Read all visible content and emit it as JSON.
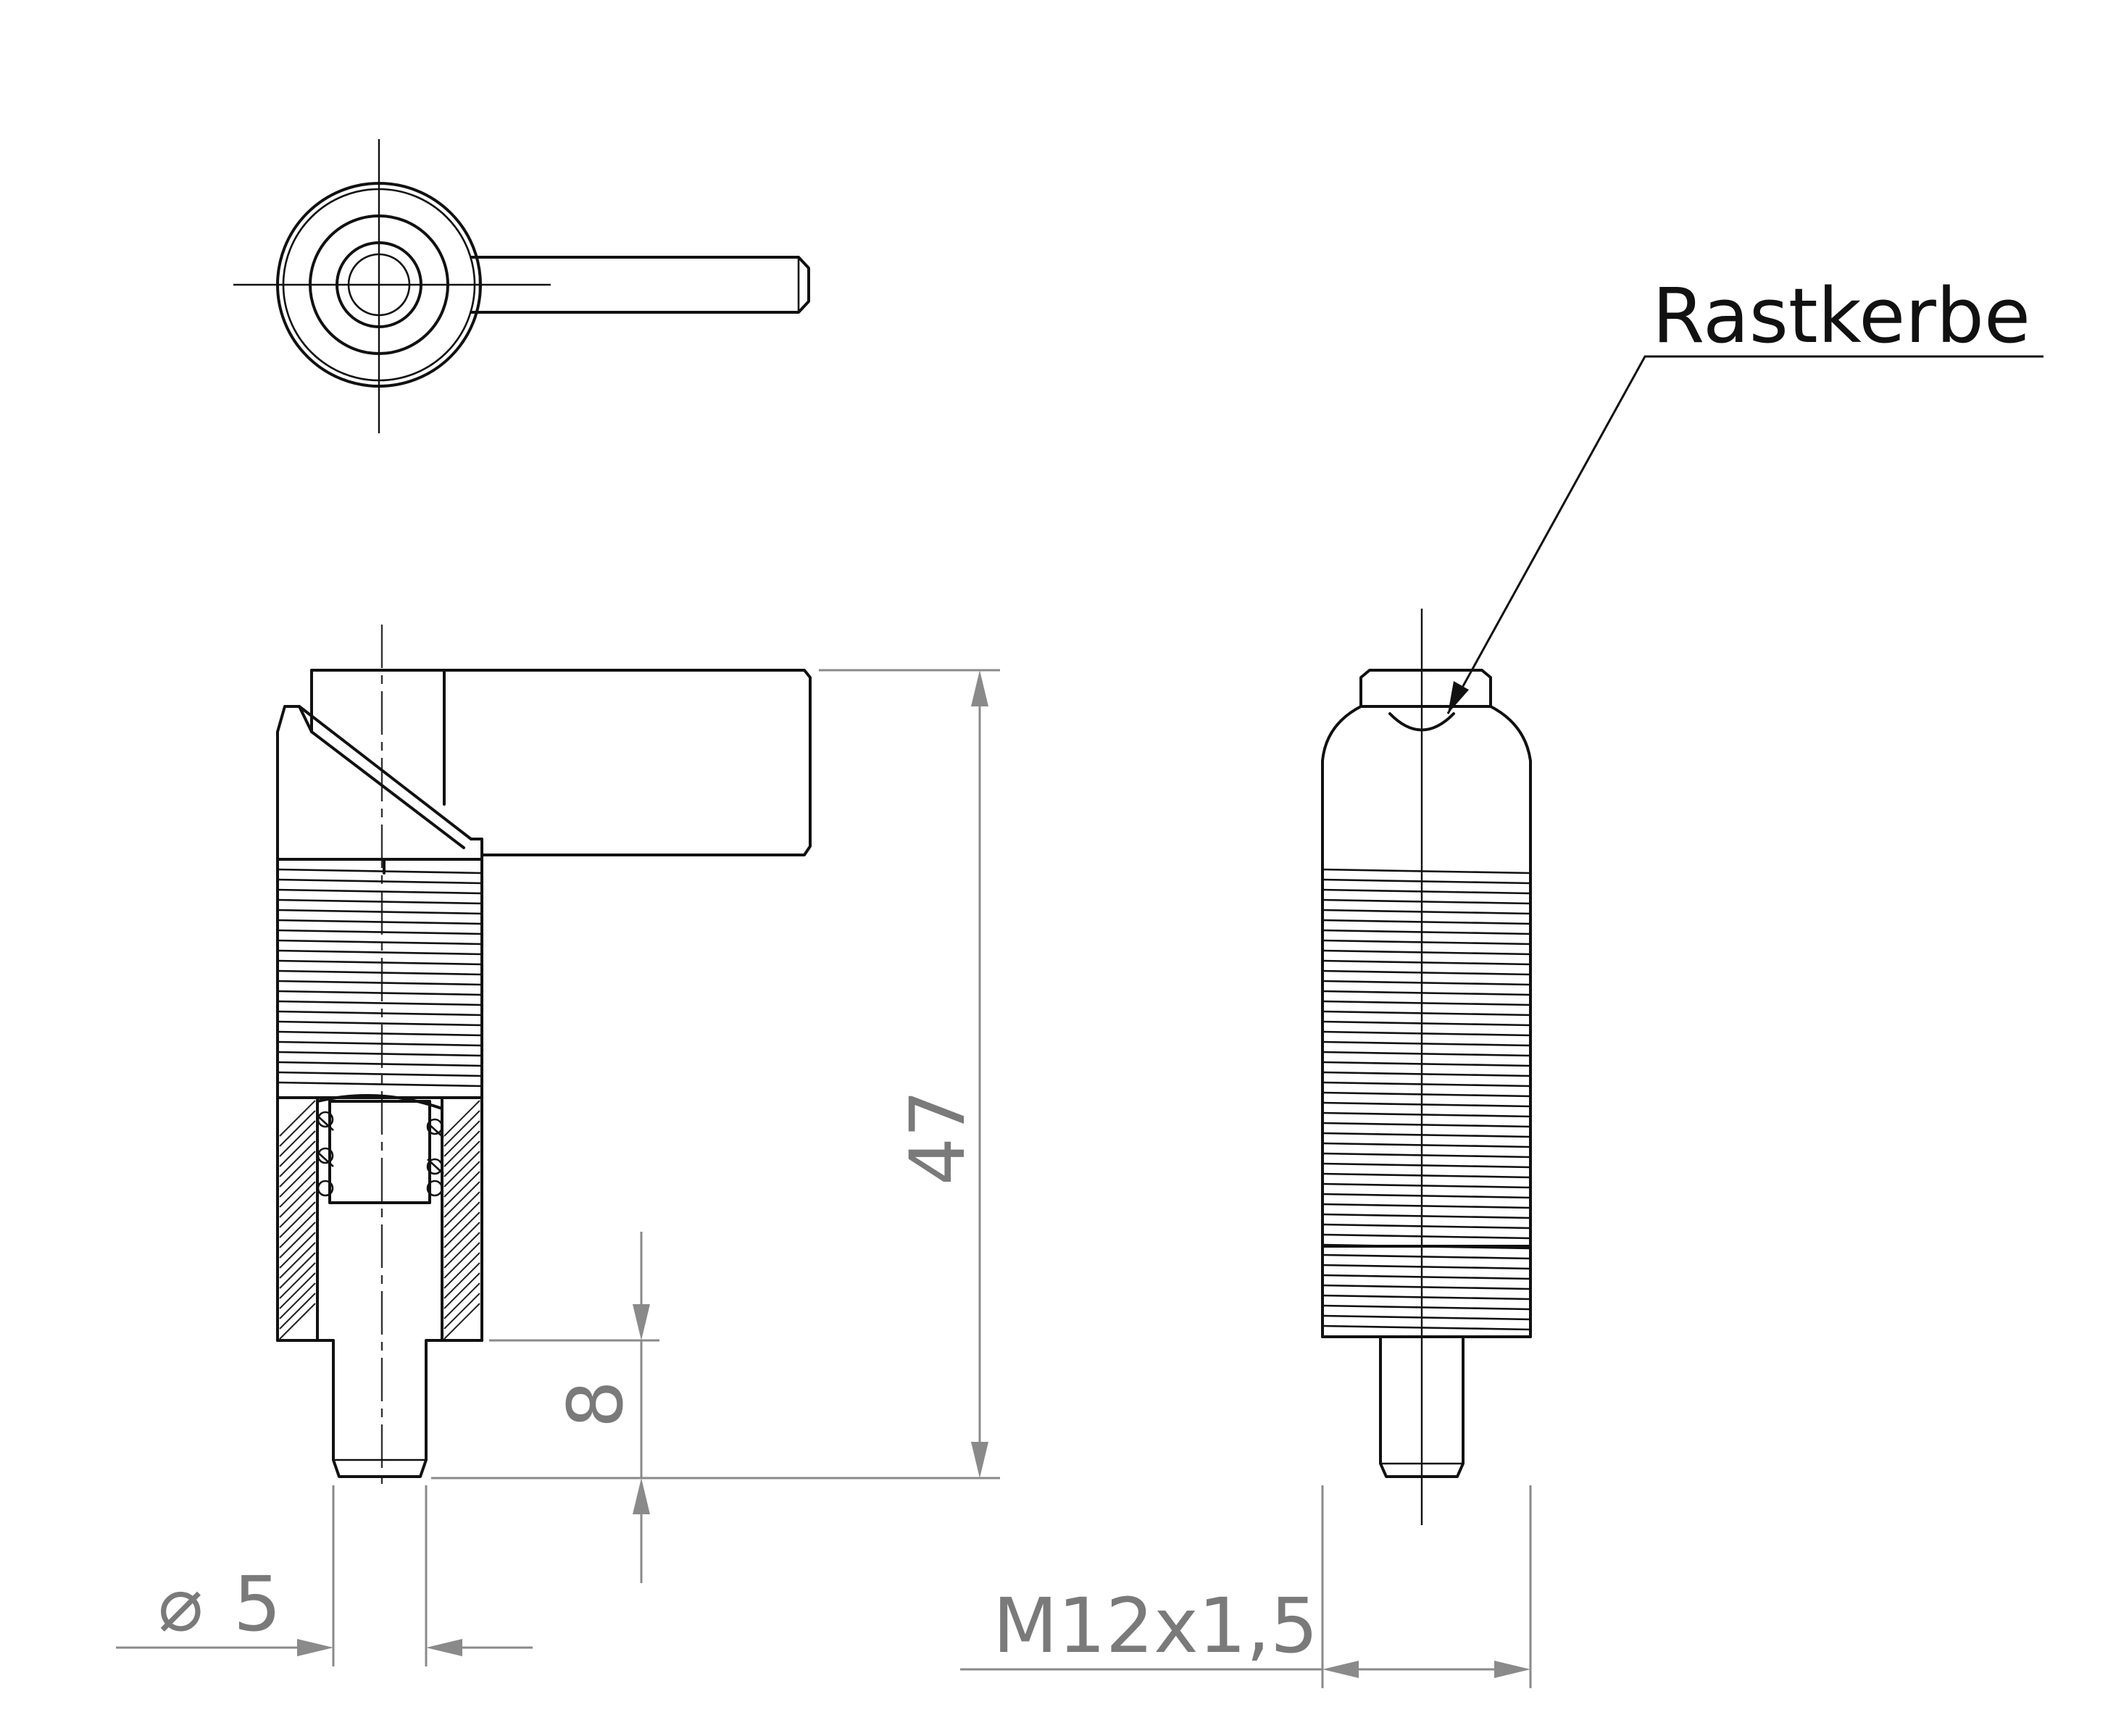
{
  "labels": {
    "note": "Rastkerbe",
    "overall_length": "47",
    "pin_length": "8",
    "pin_diameter": "5",
    "diameter_symbol": "⌀",
    "thread": "M12x1,5"
  },
  "colors": {
    "line": "#111111",
    "dimension": "#8a8a8a",
    "background": "#ffffff"
  }
}
